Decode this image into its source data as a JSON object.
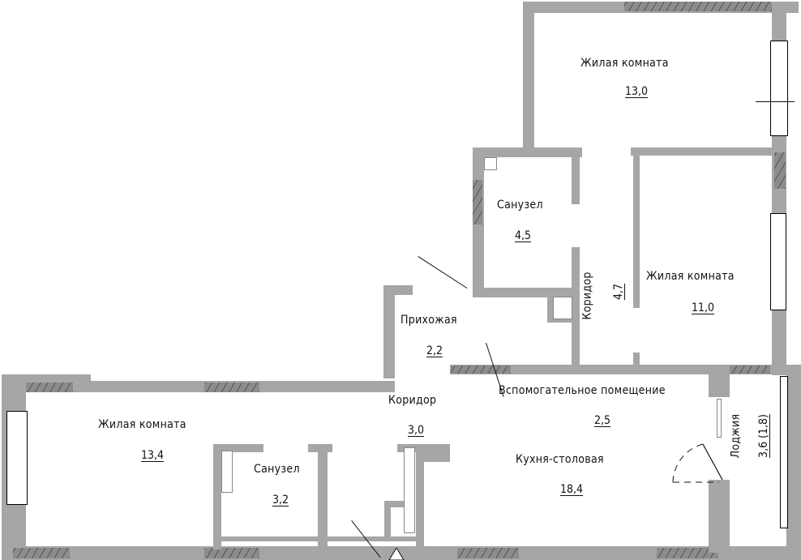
{
  "plan": {
    "rooms": [
      {
        "name": "Жилая комната",
        "area": "13,0"
      },
      {
        "name": "Санузел",
        "area": "4,5"
      },
      {
        "name": "Коридор",
        "area": "4,7"
      },
      {
        "name": "Жилая комната",
        "area": "11,0"
      },
      {
        "name": "Прихожая",
        "area": "2,2"
      },
      {
        "name": "Коридор",
        "area": "3,0"
      },
      {
        "name": "Вспомогательное помещение",
        "area": "2,5"
      },
      {
        "name": "Кухня-столовая",
        "area": "18,4"
      },
      {
        "name": "Лоджия",
        "area": "3,6 (1,8)"
      },
      {
        "name": "Жилая комната",
        "area": "13,4"
      },
      {
        "name": "Санузел",
        "area": "3,2"
      }
    ]
  }
}
